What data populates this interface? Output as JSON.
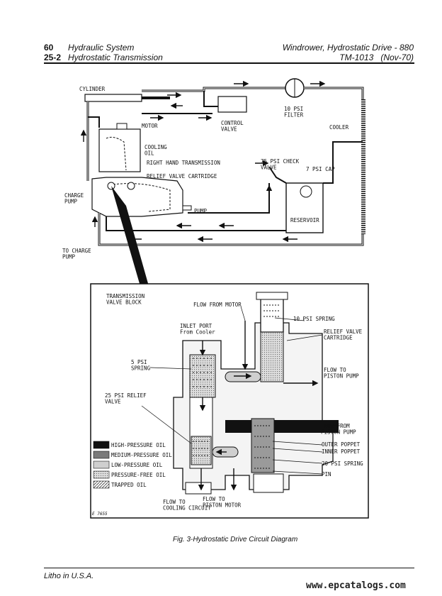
{
  "header": {
    "page_number": "60",
    "section_title": "Hydraulic System",
    "doc_title": "Windrower, Hydrostatic Drive - 880",
    "sub_number": "25-2",
    "sub_title": "Hydrostatic Transmission",
    "manual": "TM-1013   (Nov-70)"
  },
  "diagram_top": {
    "labels": {
      "cylinder": "CYLINDER",
      "filter": "10 PSI\nFILTER",
      "control_valve": "CONTROL\nVALVE",
      "cooler": "COOLER",
      "motor": "MOTOR",
      "cooling_oil": "COOLING\nOIL",
      "right_hand_transmission": "RIGHT HAND TRANSMISSION",
      "relief_valve_cartridge": "RELIEF VALVE CARTRIDGE",
      "check_valve": "75 PSI CHECK\nVALVE",
      "cap": "7 PSI CAP",
      "charge_pump": "CHARGE\nPUMP",
      "pump": "PUMP",
      "reservoir": "RESERVOIR",
      "to_charge_pump": "TO CHARGE\nPUMP"
    }
  },
  "diagram_detail": {
    "labels": {
      "transmission_valve_block": "TRANSMISSION\nVALVE BLOCK",
      "flow_from_motor": "FLOW FROM MOTOR",
      "spring_10psi": "10 PSI SPRING",
      "inlet_port": "INLET PORT\nFrom Cooler",
      "relief_valve_cartridge": "RELIEF VALVE\nCARTRIDGE",
      "spring_5psi": "5 PSI\nSPRING",
      "flow_to_piston_pump": "FLOW TO\nPISTON PUMP",
      "relief_25psi": "25 PSI RELIEF\nVALVE",
      "flow_from_piston_pump": "FLOW FROM\nPISTON PUMP",
      "outer_poppet": "OUTER POPPET",
      "inner_poppet": "INNER POPPET",
      "spring_20psi": "20 PSI SPRING",
      "pin": "PIN",
      "flow_to_cooling_circuit": "FLOW TO\nCOOLING CIRCUIT",
      "flow_to_piston_motor": "FLOW TO\nPISTON MOTOR",
      "figure_code": "E 7655"
    },
    "legend": [
      {
        "label": "HIGH-PRESSURE OIL",
        "color": "#111111"
      },
      {
        "label": "MEDIUM-PRESSURE OIL",
        "color": "#7a7a7a"
      },
      {
        "label": "LOW-PRESSURE OIL",
        "color": "#cfcfcf"
      },
      {
        "label": "PRESSURE-FREE OIL",
        "color": "#e8e8e8"
      },
      {
        "label": "TRAPPED OIL",
        "color": "#9a9a9a"
      }
    ]
  },
  "caption": "Fig. 3-Hydrostatic Drive Circuit Diagram",
  "footer": "Litho in U.S.A.",
  "watermark": "www.epcatalogs.com"
}
